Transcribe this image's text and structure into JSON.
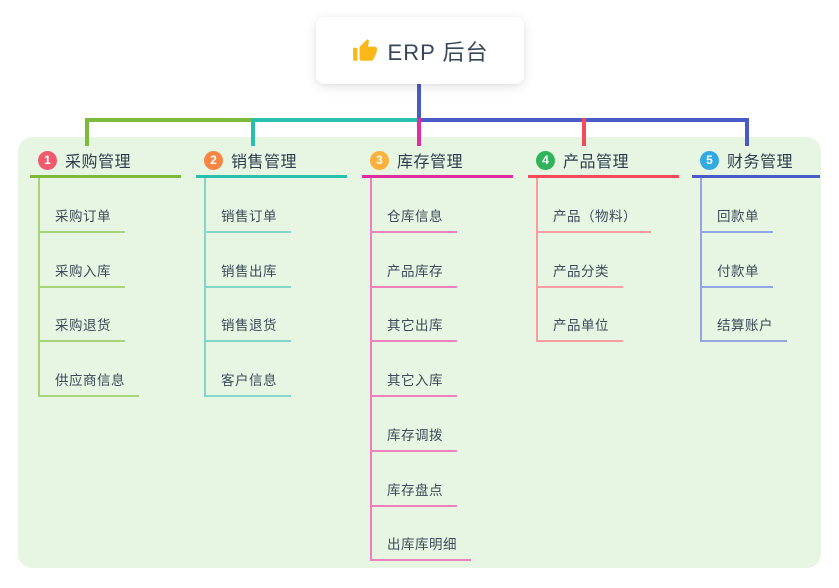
{
  "root": {
    "title": "ERP 后台",
    "icon": "thumbs-up-icon",
    "icon_color": "#f9b818"
  },
  "canvas": {
    "panel_bg": "#e7f6e3",
    "stem_color": "#4a5bc7",
    "text_dark": "#37475a"
  },
  "branches": [
    {
      "num": "1",
      "title": "采购管理",
      "badge_color": "#f05a6e",
      "line_color": "#7dba3c",
      "child_line_color": "#a9d379",
      "children": [
        "采购订单",
        "采购入库",
        "采购退货",
        "供应商信息"
      ]
    },
    {
      "num": "2",
      "title": "销售管理",
      "badge_color": "#f98545",
      "line_color": "#28bfae",
      "child_line_color": "#84d6ca",
      "children": [
        "销售订单",
        "销售出库",
        "销售退货",
        "客户信息"
      ]
    },
    {
      "num": "3",
      "title": "库存管理",
      "badge_color": "#fbb13c",
      "line_color": "#df2f9e",
      "child_line_color": "#f07fbe",
      "children": [
        "仓库信息",
        "产品库存",
        "其它出库",
        "其它入库",
        "库存调拨",
        "库存盘点",
        "出库库明细"
      ]
    },
    {
      "num": "4",
      "title": "产品管理",
      "badge_color": "#2fb45c",
      "line_color": "#f5495c",
      "child_line_color": "#f89ba2",
      "children": [
        "产品（物料）",
        "产品分类",
        "产品单位"
      ]
    },
    {
      "num": "5",
      "title": "财务管理",
      "badge_color": "#30aae1",
      "line_color": "#4a5bc7",
      "child_line_color": "#93a5e2",
      "children": [
        "回款单",
        "付款单",
        "结算账户"
      ]
    }
  ]
}
